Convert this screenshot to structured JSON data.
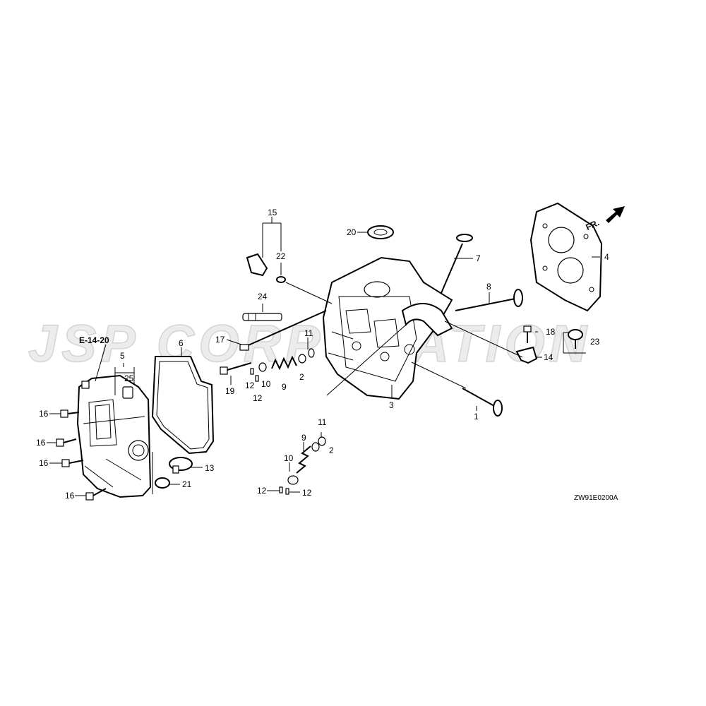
{
  "watermark": {
    "text": "JSP CORPORATION"
  },
  "reference": {
    "section": "E-14-20"
  },
  "orientation": {
    "front_label": "FR."
  },
  "diagram_code": "ZW91E0200A",
  "labels": {
    "p1": "1",
    "p2a": "2",
    "p2b": "2",
    "p3": "3",
    "p4": "4",
    "p5": "5",
    "p6": "6",
    "p7": "7",
    "p8": "8",
    "p9a": "9",
    "p9b": "9",
    "p10a": "10",
    "p10b": "10",
    "p11a": "11",
    "p11b": "11",
    "p12a": "12",
    "p12b": "12",
    "p12c": "12",
    "p12d": "12",
    "p13": "13",
    "p14": "14",
    "p15": "15",
    "p16a": "16",
    "p16b": "16",
    "p16c": "16",
    "p16d": "16",
    "p17": "17",
    "p18": "18",
    "p19": "19",
    "p20": "20",
    "p21": "21",
    "p22": "22",
    "p23": "23",
    "p24": "24",
    "p25": "25"
  }
}
